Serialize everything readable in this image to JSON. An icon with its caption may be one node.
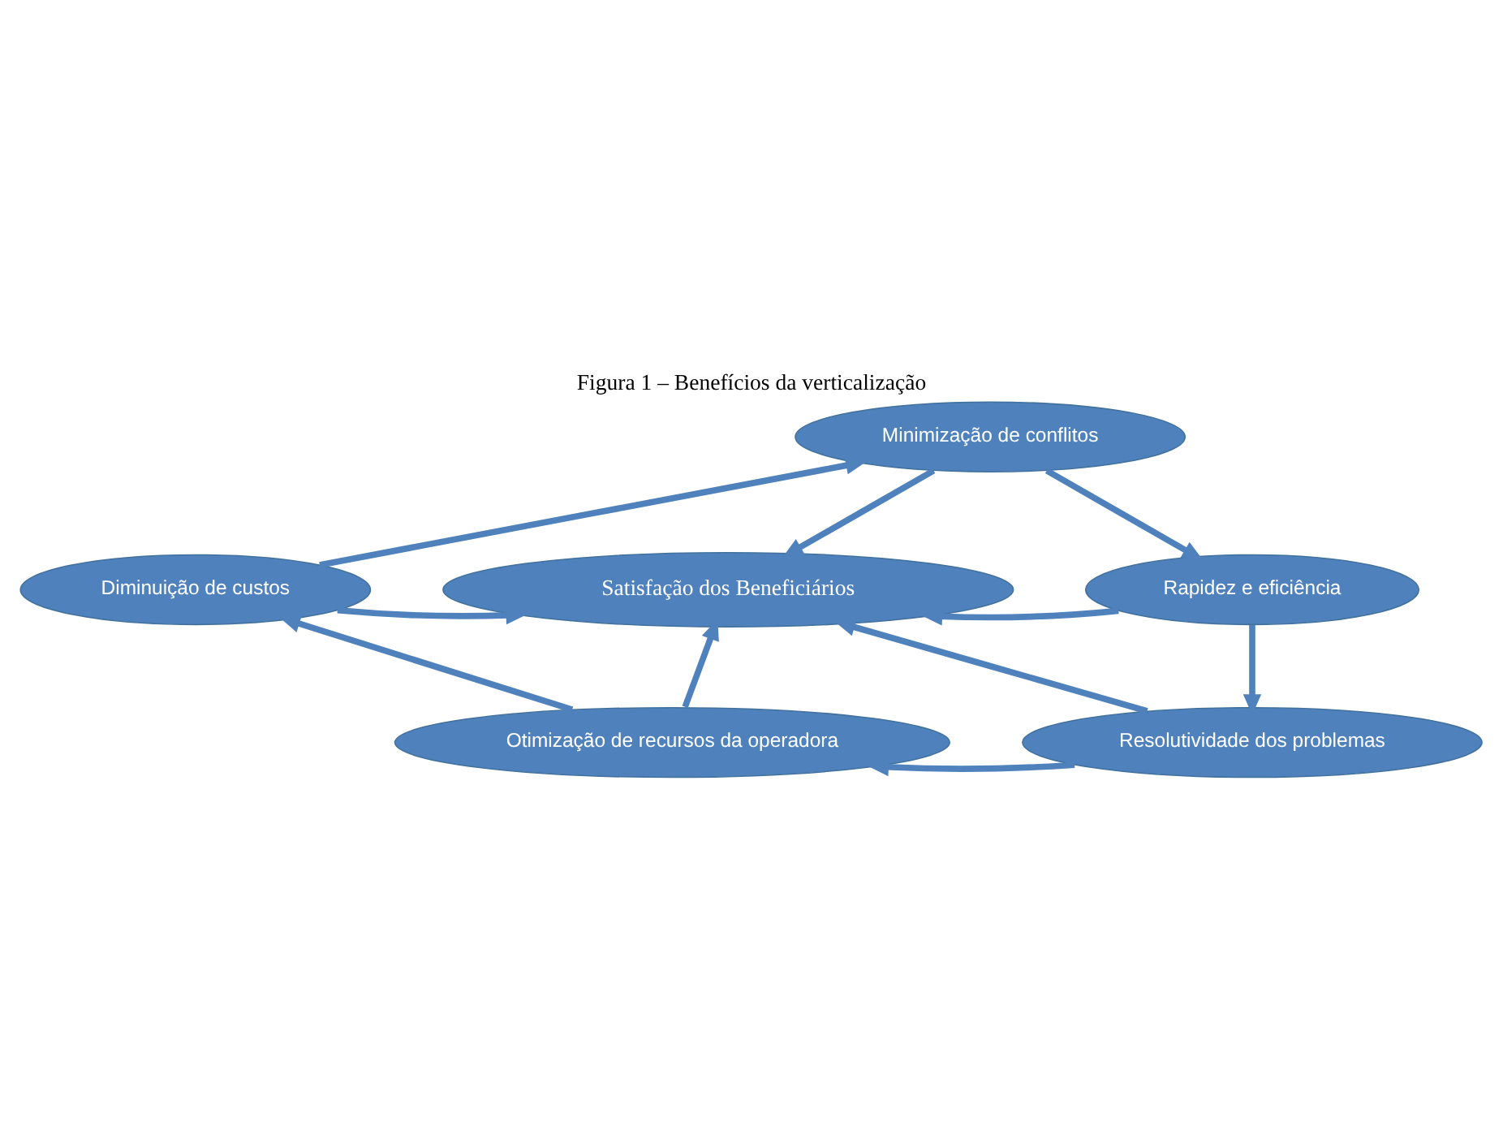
{
  "diagram": {
    "title": "Figura 1 – Benefícios da verticalização",
    "nodes": [
      {
        "text": [
          "Minimização de conflitos"
        ]
      },
      {
        "text": [
          "Diminuição de custos"
        ]
      },
      {
        "text": [
          "Satisfação dos Beneficiários"
        ]
      },
      {
        "text": [
          "Rapidez e eficiência"
        ]
      },
      {
        "text": [
          "Otimização de recursos da operadora"
        ]
      },
      {
        "text": [
          "Resolutividade dos problemas"
        ]
      }
    ],
    "edges": [
      {
        "from": 0,
        "to": 3,
        "arrow": "to"
      },
      {
        "from": 0,
        "to": 2,
        "arrow": "to"
      },
      {
        "from": 1,
        "to": 0,
        "arrow": "to"
      },
      {
        "from": 1,
        "to": 2,
        "arrow": "to"
      },
      {
        "from": 3,
        "to": 2,
        "arrow": "to"
      },
      {
        "from": 3,
        "to": 5,
        "arrow": "to"
      },
      {
        "from": 4,
        "to": 1,
        "arrow": "to"
      },
      {
        "from": 4,
        "to": 2,
        "arrow": "to"
      },
      {
        "from": 5,
        "to": 2,
        "arrow": "to"
      },
      {
        "from": 5,
        "to": 4,
        "arrow": "to"
      }
    ]
  }
}
